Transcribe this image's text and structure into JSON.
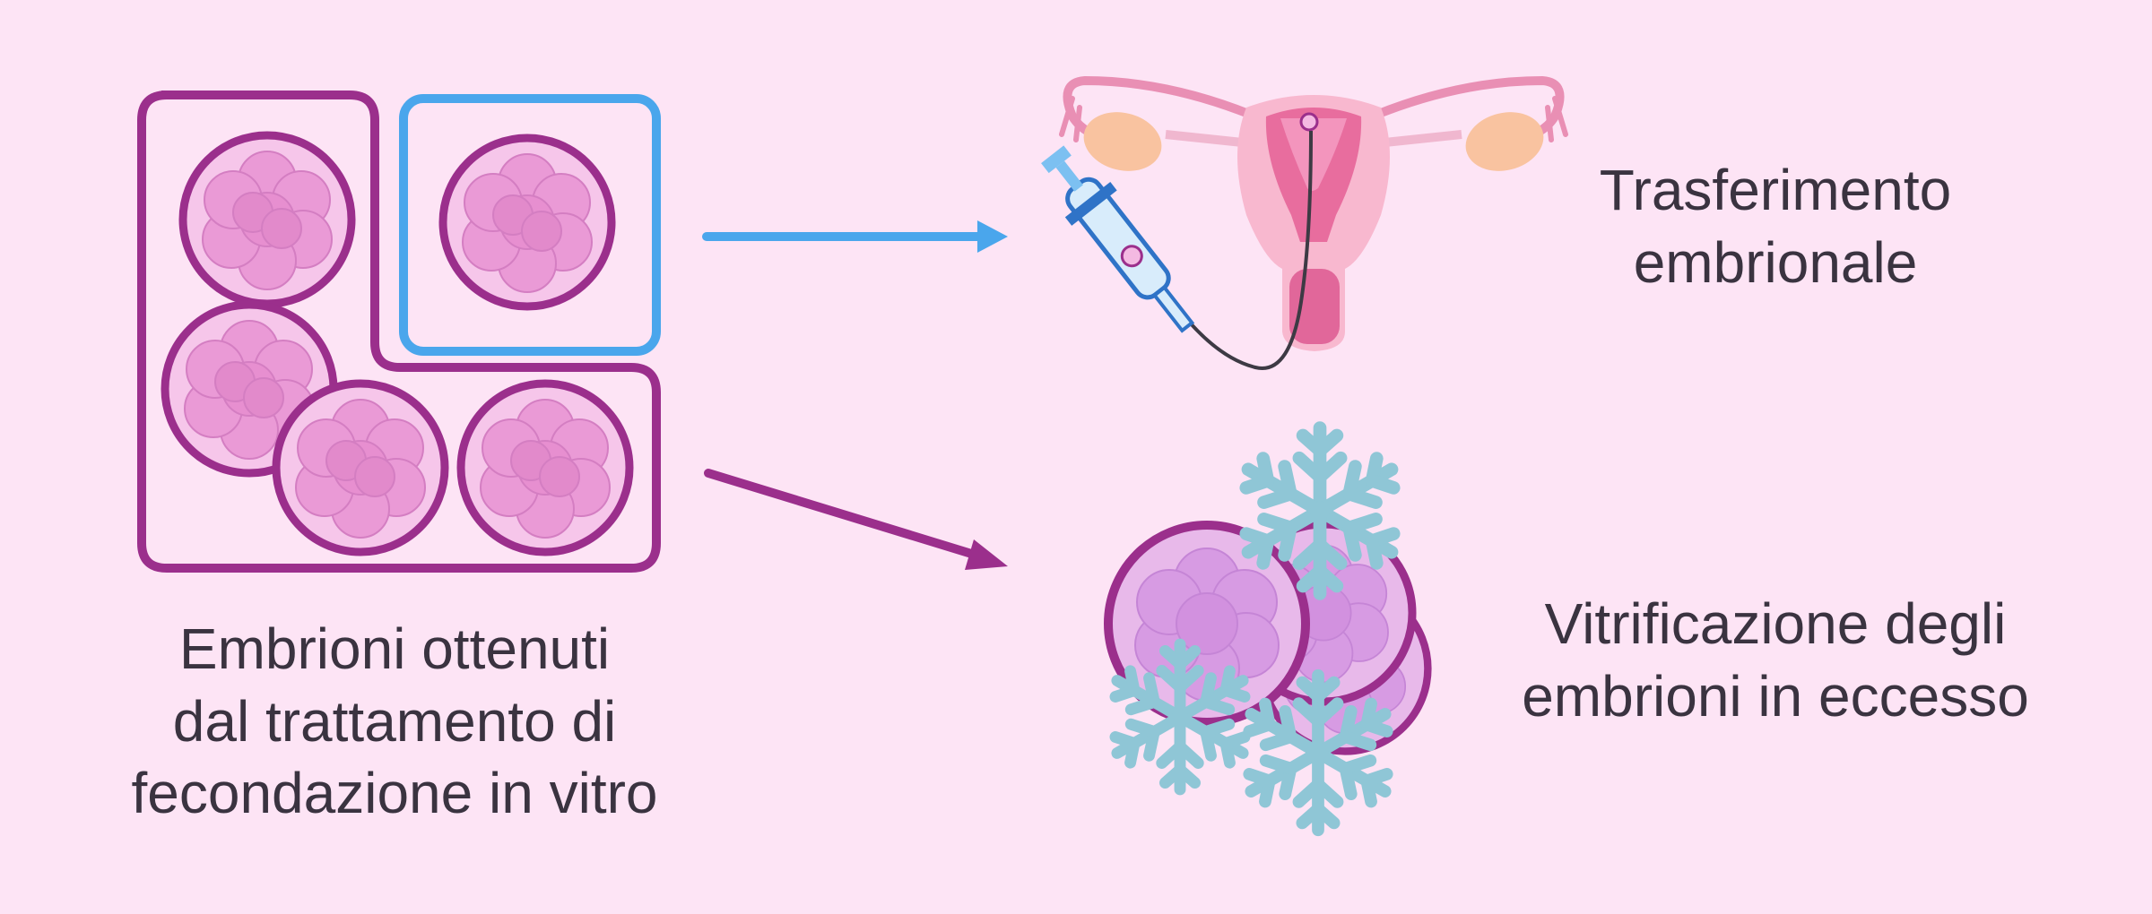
{
  "captions": {
    "embryos": [
      "Embrioni ottenuti",
      "dal trattamento di",
      "fecondazione in vitro"
    ],
    "transfer": [
      "Trasferimento",
      "embrionale"
    ],
    "vitrification": [
      "Vitrificazione degli",
      "embrioni in eccesso"
    ]
  },
  "icons": {
    "embryo_group": "embryo-cluster-icon",
    "selected_embryo": "selected-embryo-icon",
    "uterus": "uterus-icon",
    "syringe": "transfer-syringe-icon",
    "frozen_embryos": "frozen-embryos-icon",
    "snowflake": "snowflake-icon"
  },
  "colors": {
    "background": "#fde4f5",
    "group_frame": "#9b2f8c",
    "selected_frame": "#4aa6ec",
    "transfer_arrow": "#4aa6ec",
    "vitrification_arrow": "#9b2f8c",
    "snowflake": "#8fc6d6",
    "text": "#3a3340"
  }
}
